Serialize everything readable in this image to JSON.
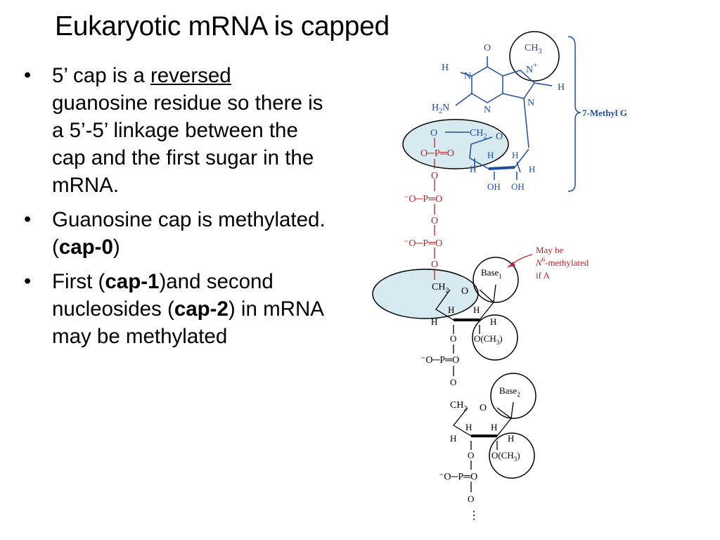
{
  "slide": {
    "title": "Eukaryotic mRNA is capped",
    "bullets": [
      {
        "parts": {
          "p1": "5’ cap is a ",
          "p2": "reversed",
          "p3": " guanosine residue so there is a 5’-5’ linkage between the cap and the first sugar in the mRNA."
        }
      },
      {
        "parts": {
          "p1": "Guanosine cap is methylated. (",
          "p2": "cap-0",
          "p3": ")"
        }
      },
      {
        "parts": {
          "p1": "First (",
          "p2": "cap-1",
          "p3": ")and second nucleosides (",
          "p4": "cap-2",
          "p5": ") in mRNA may be methylated"
        }
      }
    ]
  },
  "diagram": {
    "colors": {
      "structure_blue": "#1f4e9a",
      "structure_red": "#b5262b",
      "highlight_fill": "#d6eaf0",
      "brace_label": "#1f4e9a"
    },
    "labels": {
      "o_top": "O",
      "ch3_top": "CH",
      "ch3_sub": "3",
      "n_plus": "N",
      "plus": "+",
      "h_left": "H",
      "n_left": "N",
      "h_right": "H",
      "h2n": "H",
      "h2n_sub": "2",
      "h2n_n": "N",
      "n_bottom": "N",
      "n_ring": "N",
      "o_ch2": "O",
      "ch2": "CH",
      "ch2_sub": "2",
      "o_ring": "O",
      "h1": "H",
      "h2": "H",
      "h3": "H",
      "h4": "H",
      "oh1": "OH",
      "oh2": "OH",
      "methyl_g": "7-Methyl G",
      "p1_o_eq": "O─P═O",
      "p_o": "O",
      "p2": "⁻O─P═O",
      "p3": "⁻O─P═O",
      "base1": "Base",
      "base1_sub": "1",
      "base2": "Base",
      "base2_sub": "2",
      "ch2_b": "CH",
      "o_b": "O",
      "och3": "O",
      "ch3_paren": "(CH",
      "ch3_paren_sub": "3",
      "close_paren": ")",
      "may_be": "May be",
      "n6_methylated": "-methylated",
      "n6": "N",
      "n6_sup": "6",
      "if_a": "if A",
      "p4": "⁻O─P═O",
      "p5": "⁻O─P═O",
      "ellipsis": "⋮"
    }
  }
}
